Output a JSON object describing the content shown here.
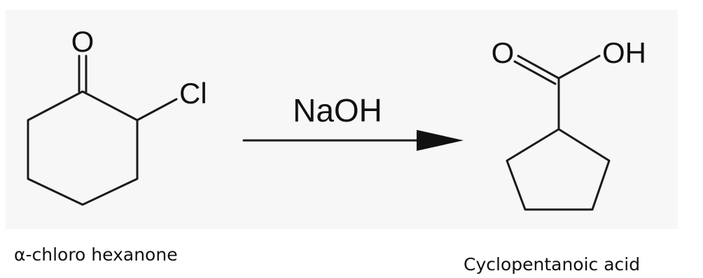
{
  "reactant": {
    "name": "α-chloro hexanone",
    "atoms": {
      "oxygen": "O",
      "chlorine": "Cl"
    }
  },
  "reagent": {
    "label": "NaOH"
  },
  "product": {
    "name": "Cyclopentanoic acid",
    "atoms": {
      "oxygen": "O",
      "hydroxyl": "OH"
    }
  },
  "colors": {
    "ink": "#111111",
    "panel": "#f7f7f7"
  }
}
